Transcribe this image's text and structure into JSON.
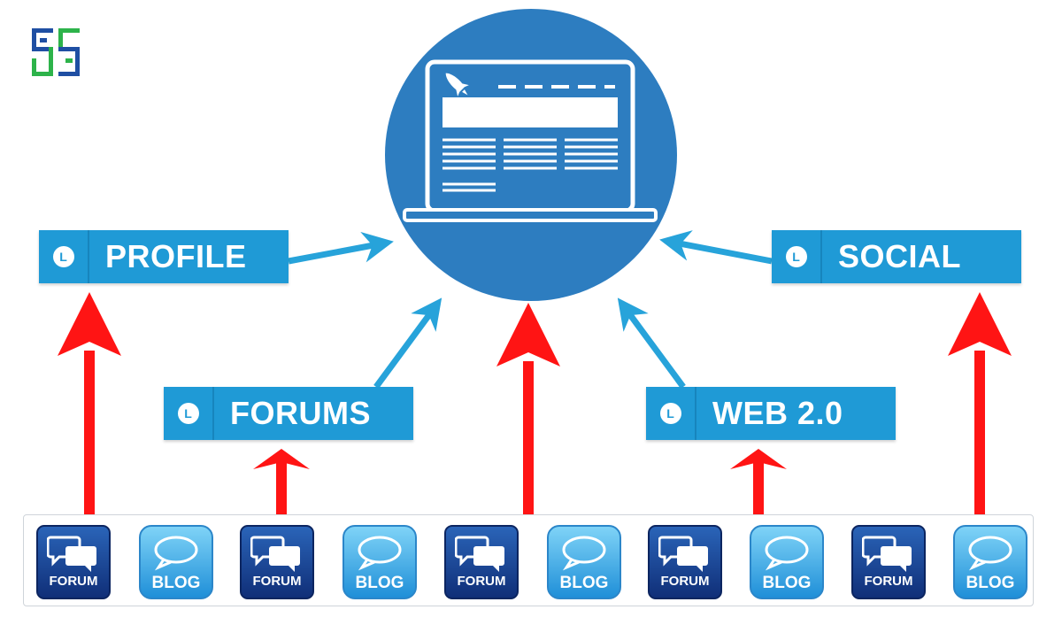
{
  "colors": {
    "hub": "#2d7dc0",
    "category_box": "#1f9ad6",
    "blue_arrow": "#27a3da",
    "red_arrow": "#ff1414",
    "forum_tile": "#1a4597",
    "blog_tile": "#58c0f0",
    "logo_blue": "#1f4fa3",
    "logo_green": "#2db34a"
  },
  "logo": {
    "icon": "brand-logo-icon"
  },
  "hub": {
    "icon": "website-laptop-icon"
  },
  "categories": {
    "profile": {
      "bullet": "L",
      "label": "PROFILE"
    },
    "social": {
      "bullet": "L",
      "label": "SOCIAL"
    },
    "forums": {
      "bullet": "L",
      "label": "FORUMS"
    },
    "web20": {
      "bullet": "L",
      "label": "WEB 2.0"
    }
  },
  "sources": [
    {
      "type": "forum",
      "label": "FORUM"
    },
    {
      "type": "blog",
      "label": "BLOG"
    },
    {
      "type": "forum",
      "label": "FORUM"
    },
    {
      "type": "blog",
      "label": "BLOG"
    },
    {
      "type": "forum",
      "label": "FORUM"
    },
    {
      "type": "blog",
      "label": "BLOG"
    },
    {
      "type": "forum",
      "label": "FORUM"
    },
    {
      "type": "blog",
      "label": "BLOG"
    },
    {
      "type": "forum",
      "label": "FORUM"
    },
    {
      "type": "blog",
      "label": "BLOG"
    }
  ]
}
